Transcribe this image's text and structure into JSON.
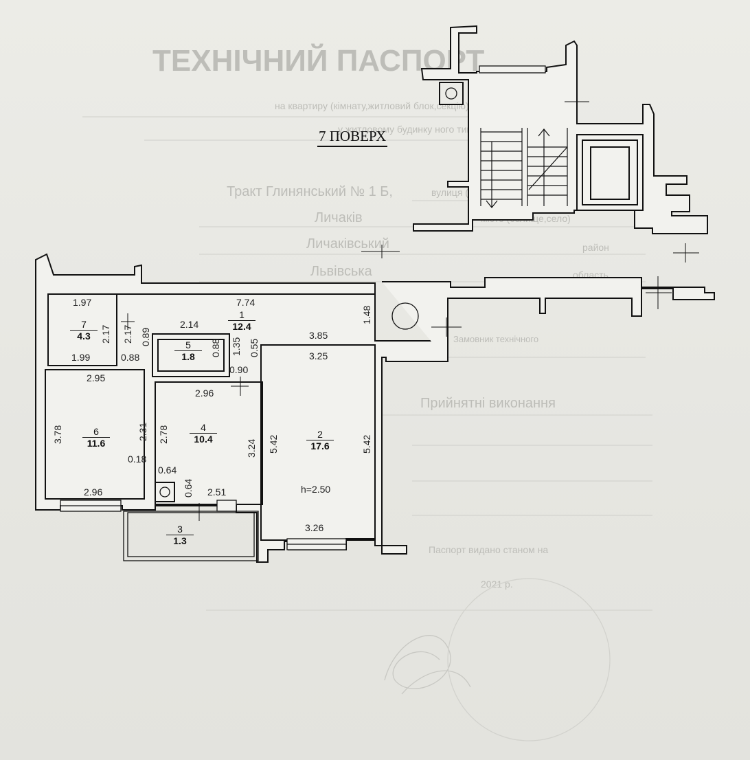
{
  "document": {
    "background_title": "ТЕХНІЧНИЙ ПАСПОРТ",
    "background_lines": [
      "на квартиру (кімнату,житловий блок,секцію) №  14",
      "у житловому будинку   ного типу (гуртожитку)",
      "Тракт Глинянський     № 1 Б,",
      "Личаків",
      "Личаківський",
      "Львівська",
      "Замовник технічного",
      "Прийнятні виконання"
    ],
    "background_labels": [
      "вулиця (провулок,площа)",
      "місто (селище,село)",
      "район",
      "область",
      "Паспорт видано станом на",
      "2021 р."
    ],
    "floor_title": "7 ПОВЕРХ"
  },
  "rooms": [
    {
      "id": "room-1",
      "number": "1",
      "area": "12.4"
    },
    {
      "id": "room-2",
      "number": "2",
      "area": "17.6"
    },
    {
      "id": "room-3",
      "number": "3",
      "area": "1.3"
    },
    {
      "id": "room-4",
      "number": "4",
      "area": "10.4"
    },
    {
      "id": "room-5",
      "number": "5",
      "area": "1.8"
    },
    {
      "id": "room-6",
      "number": "6",
      "area": "11.6"
    },
    {
      "id": "room-7",
      "number": "7",
      "area": "4.3"
    }
  ],
  "dimensions": {
    "r7_top": "1.97",
    "r7_bottom": "1.99",
    "r7_side_a": "2.17",
    "r7_side_b": "2.17",
    "r1_top": "7.74",
    "r1_side": "1.48",
    "r1_a": "0.89",
    "r1_b": "0.88",
    "r5_top": "2.14",
    "r5_left": "1.35",
    "r5_right": "0.88",
    "r5_side": "0.55",
    "r4_top": "2.96",
    "r4_left": "2.78",
    "r4_right": "3.24",
    "r4_bottom": "2.51",
    "r4_door": "0.90",
    "shaft_a": "0.64",
    "shaft_b": "0.64",
    "r6_top": "2.95",
    "r6_bottom": "2.96",
    "r6_left": "3.78",
    "r6_right": "2.31",
    "r6_niche": "0.18",
    "r2_top_a": "3.85",
    "r2_top_b": "3.25",
    "r2_left": "5.42",
    "r2_right": "5.42",
    "r2_bottom": "3.26",
    "height": "h=2.50"
  }
}
